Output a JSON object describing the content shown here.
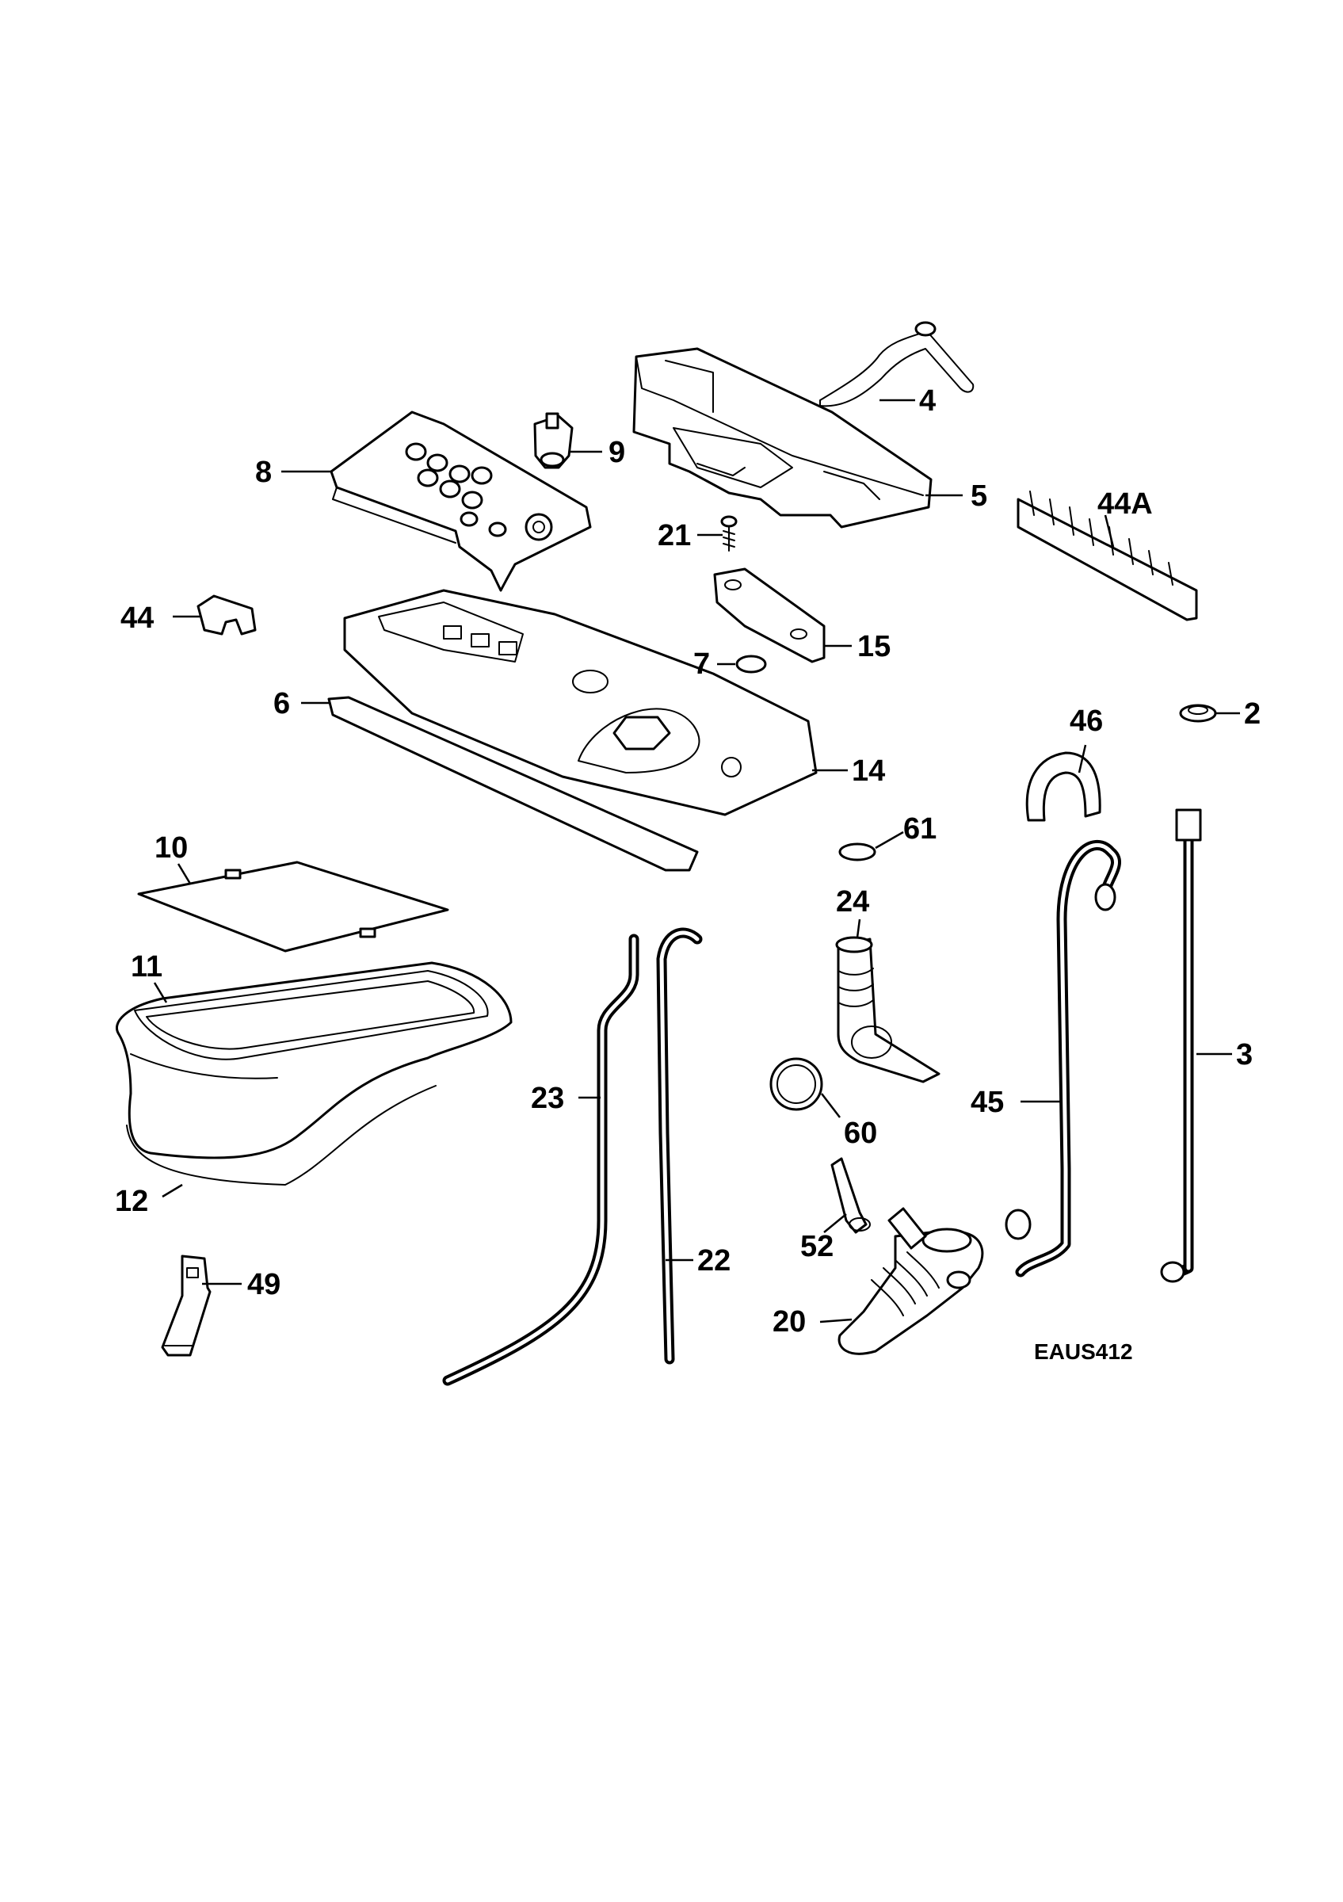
{
  "diagram_code": "EAUS412",
  "callouts": [
    {
      "id": "c4",
      "label": "4"
    },
    {
      "id": "c5",
      "label": "5"
    },
    {
      "id": "c8",
      "label": "8"
    },
    {
      "id": "c9",
      "label": "9"
    },
    {
      "id": "c21",
      "label": "21"
    },
    {
      "id": "c44a",
      "label": "44A"
    },
    {
      "id": "c44",
      "label": "44"
    },
    {
      "id": "c15",
      "label": "15"
    },
    {
      "id": "c7",
      "label": "7"
    },
    {
      "id": "c6",
      "label": "6"
    },
    {
      "id": "c2",
      "label": "2"
    },
    {
      "id": "c46",
      "label": "46"
    },
    {
      "id": "c14",
      "label": "14"
    },
    {
      "id": "c10",
      "label": "10"
    },
    {
      "id": "c61",
      "label": "61"
    },
    {
      "id": "c24",
      "label": "24"
    },
    {
      "id": "c11",
      "label": "11"
    },
    {
      "id": "c3",
      "label": "3"
    },
    {
      "id": "c23",
      "label": "23"
    },
    {
      "id": "c45",
      "label": "45"
    },
    {
      "id": "c60",
      "label": "60"
    },
    {
      "id": "c12",
      "label": "12"
    },
    {
      "id": "c52",
      "label": "52"
    },
    {
      "id": "c22",
      "label": "22"
    },
    {
      "id": "c49",
      "label": "49"
    },
    {
      "id": "c20",
      "label": "20"
    }
  ]
}
